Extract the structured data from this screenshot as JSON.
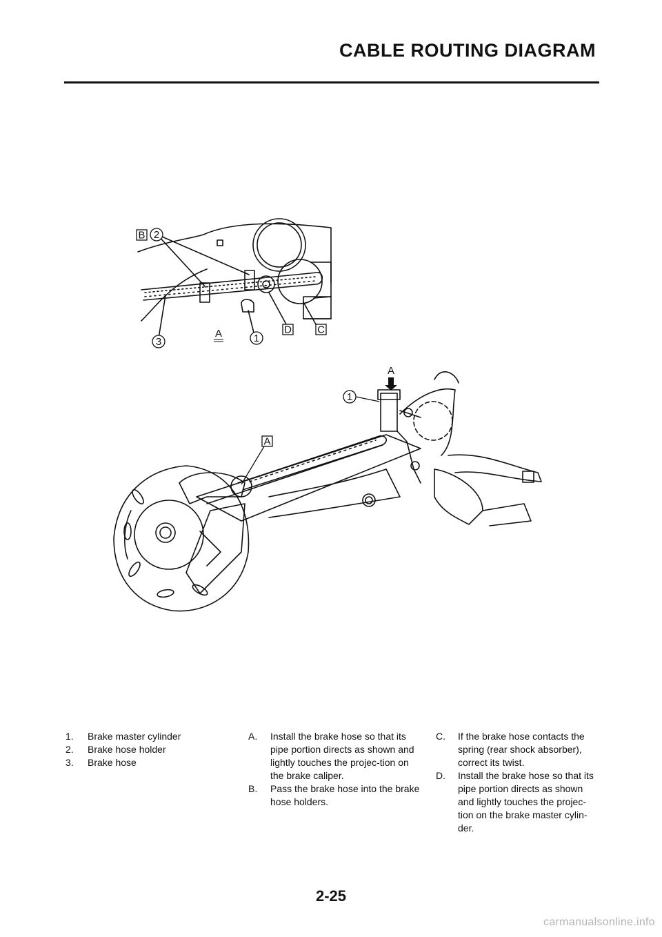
{
  "header": {
    "title": "CABLE ROUTING DIAGRAM"
  },
  "diagram": {
    "callouts": {
      "one_top": "1",
      "two": "2",
      "three": "3",
      "b": "B",
      "c": "C",
      "d": "D",
      "a_underlined": "A",
      "one_bottom": "1",
      "a_box": "A",
      "a_arrow": "A"
    }
  },
  "legend_parts": [
    {
      "num": "1.",
      "text": "Brake master cylinder"
    },
    {
      "num": "2.",
      "text": "Brake hose holder"
    },
    {
      "num": "3.",
      "text": "Brake hose"
    }
  ],
  "legend_notes_1": [
    {
      "num": "A.",
      "text": "Install the brake hose so that its pipe portion directs as shown and lightly touches the projec-tion on the brake caliper."
    },
    {
      "num": "B.",
      "text": "Pass the brake hose into the brake hose holders."
    }
  ],
  "legend_notes_2": [
    {
      "num": "C.",
      "text": "If the brake hose contacts the spring (rear shock absorber), correct its twist."
    },
    {
      "num": "D.",
      "text": "Install the brake hose so that its pipe portion directs as shown and lightly touches the projec-tion on the brake master cylin-der."
    }
  ],
  "page_number": "2-25",
  "watermark": "carmanualsonline.info"
}
